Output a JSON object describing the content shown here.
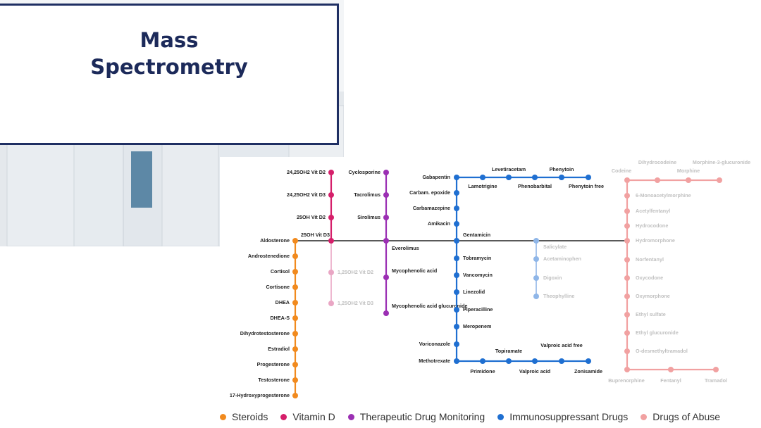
{
  "title": {
    "line1": "Mass",
    "line2": "Spectrometry"
  },
  "colors": {
    "steroids": "#f18a1e",
    "vitamin_d": "#d51f6a",
    "vitamin_d_faint": "#e9a6c4",
    "tdm": "#9b2fb3",
    "immuno": "#1f6fd1",
    "immuno_faint": "#8fb6e8",
    "abuse": "#f1a1a1"
  },
  "lines": {
    "steroids": {
      "name": "Steroids",
      "stations": [
        "Aldosterone",
        "Androstenedione",
        "Cortisol",
        "Cortisone",
        "DHEA",
        "DHEA-S",
        "Dihydrotestosterone",
        "Estradiol",
        "Progesterone",
        "Testosterone",
        "17-Hydroxyprogesterone"
      ]
    },
    "vitamin_d": {
      "name": "Vitamin D",
      "stations": [
        "24,25OH2 Vit D2",
        "24,25OH2 Vit D3",
        "25OH Vit D2",
        "25OH Vit D3",
        "1,25OH2 Vit D2",
        "1,25OH2 Vit D3"
      ]
    },
    "tdm": {
      "name": "Therapeutic Drug Monitoring",
      "stations": [
        "Cyclosporine",
        "Tacrolimus",
        "Sirolimus",
        "Everolimus",
        "Mycophenolic acid",
        "Mycophenolic acid glucuronide"
      ]
    },
    "immuno": {
      "name": "Immunosuppressant Drugs",
      "top_stations": [
        "Gabapentin",
        "Carbam. epoxide",
        "Carbamazepine",
        "Amikacin"
      ],
      "top_branch": [
        "Lamotrigine",
        "Levetiracetam",
        "Phenobarbital",
        "Phenytoin",
        "Phenytoin free"
      ],
      "middle": [
        "Gentamicin",
        "Tobramycin",
        "Vancomycin",
        "Linezolid",
        "Piperacilline",
        "Meropenem",
        "Voriconazole",
        "Methotrexate"
      ],
      "bottom_branch": [
        "Primidone",
        "Topiramate",
        "Valproic acid",
        "Valproic acid free",
        "Zonisamide"
      ],
      "side_branch": [
        "Salicylate",
        "Acetaminophen",
        "Digoxin",
        "Theophylline"
      ]
    },
    "abuse": {
      "name": "Drugs of Abuse",
      "top_stations": [
        "Codeine",
        "Dihydrocodeine",
        "Morphine",
        "Morphine-3-glucuronide"
      ],
      "vertical": [
        "Hydromorphone",
        "6-Monoacetylmorphine",
        "Acetylfentanyl",
        "Hydrocodone",
        "Norfentanyl",
        "Oxycodone",
        "Oxymorphone",
        "Ethyl sulfate",
        "Ethyl glucuronide",
        "O-desmethyltramadol"
      ],
      "bottom_stations": [
        "Buprenorphine",
        "Fentanyl",
        "Tramadol"
      ]
    }
  },
  "legend": [
    {
      "label": "Steroids",
      "color": "#f18a1e"
    },
    {
      "label": "Vitamin D",
      "color": "#d51f6a"
    },
    {
      "label": "Therapeutic Drug Monitoring",
      "color": "#9b2fb3"
    },
    {
      "label": "Immunosuppressant Drugs",
      "color": "#1f6fd1"
    },
    {
      "label": "Drugs of Abuse",
      "color": "#f1a1a1"
    }
  ]
}
